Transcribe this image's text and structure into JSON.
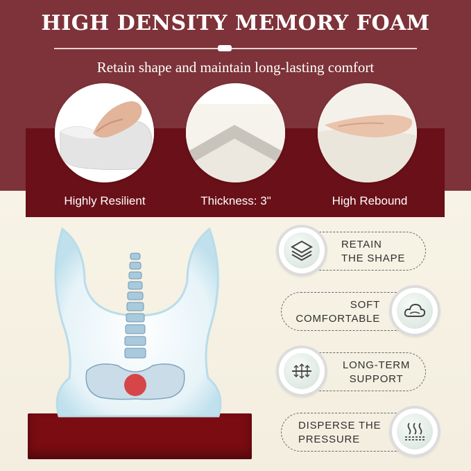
{
  "header": {
    "title": "HIGH DENSITY MEMORY FOAM",
    "subtitle": "Retain shape and maintain long-lasting comfort"
  },
  "features": [
    {
      "label": "Highly Resilient"
    },
    {
      "label": "Thickness: 3\""
    },
    {
      "label": "High Rebound"
    }
  ],
  "benefits": [
    {
      "line1": "RETAIN",
      "line2": "THE SHAPE",
      "icon": "layers-icon"
    },
    {
      "line1": "SOFT",
      "line2": "COMFORTABLE",
      "icon": "cloud-icon"
    },
    {
      "line1": "LONG-TERM",
      "line2": "SUPPORT",
      "icon": "support-arrows-icon"
    },
    {
      "line1": "DISPERSE THE",
      "line2": "PRESSURE",
      "icon": "heat-dispersion-icon"
    }
  ],
  "colors": {
    "header": "#7d3339",
    "strip": "#6a1018",
    "cream": "#f6f2e6",
    "seat": "#7a0c12"
  }
}
